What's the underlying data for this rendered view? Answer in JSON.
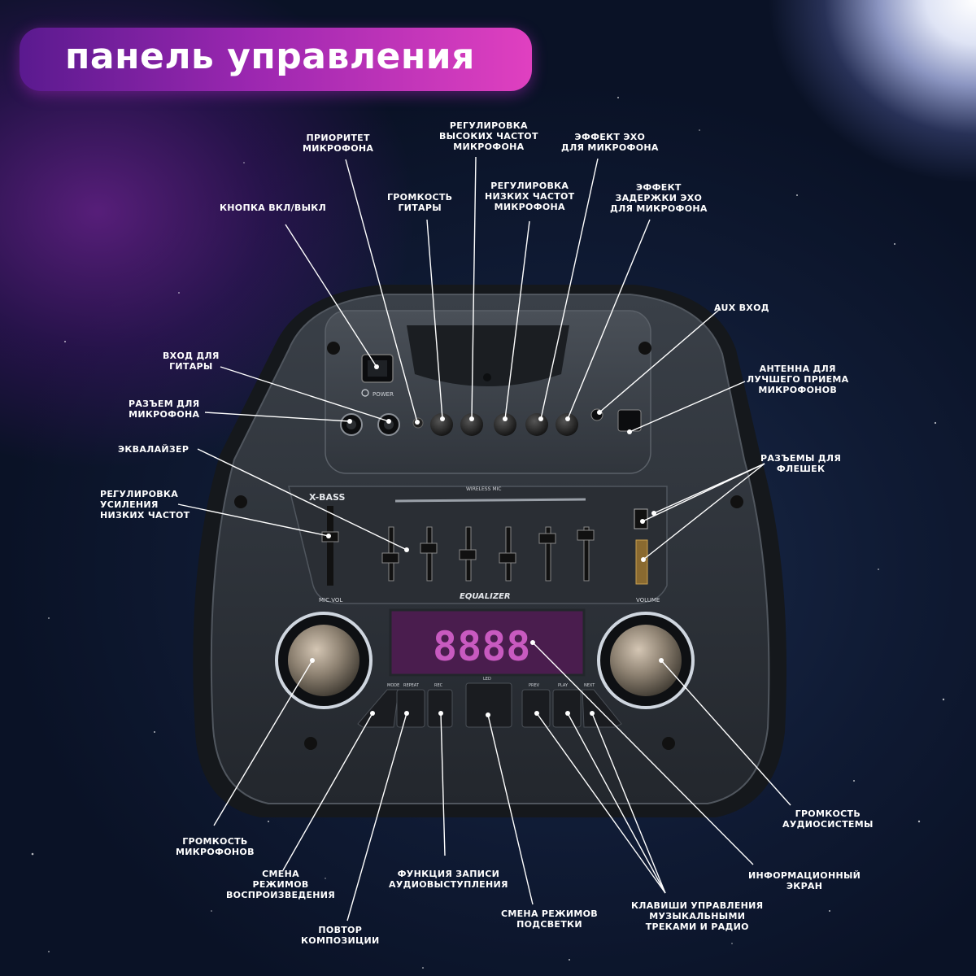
{
  "title": "панель управления",
  "device": {
    "power_label": "POWER",
    "xbass_label": "X-BASS",
    "wireless_mic_label": "WIRELESS MIC",
    "equalizer_label": "EQUALIZER",
    "mic_vol_label": "MIC.VOL",
    "volume_label": "VOLUME",
    "display_value": "8888",
    "mode_label": "MODE",
    "repeat_label": "REPEAT",
    "rec_label": "REC",
    "led_label": "LED",
    "prev_label": "PREV",
    "play_label": "PLAY",
    "next_label": "NEXT"
  },
  "labels": {
    "mic_priority": "Приоритет\nмикрофона",
    "mic_treble": "Регулировка\nвысоких частот\nмикрофона",
    "echo": "Эффект эхо\nдля микрофона",
    "power_button": "Кнопка вкл/выкл",
    "guitar_volume": "Громкость\nгитары",
    "mic_bass": "Регулировка\nнизких частот\nмикрофона",
    "echo_delay": "Эффект\nзадержки эхо\nдля микрофона",
    "aux_in": "AUX вход",
    "guitar_in": "Вход для\nгитары",
    "antenna": "Антенна для\nлучшего приема\nмикрофонов",
    "mic_jack": "Разъем для\nмикрофона",
    "equalizer": "Эквалайзер",
    "usb_slots": "Разъемы для\nфлешек",
    "bass_boost": "Регулировка\nусиления\nнизких частот",
    "mic_volume": "Громкость\nмикрофонов",
    "system_volume": "Громкость\nаудиосистемы",
    "play_mode": "Смена\nрежимов\nвоспроизведения",
    "rec_function": "Функция записи\nаудиовыступления",
    "info_screen": "Информационный\nэкран",
    "repeat": "Повтор\nкомпозиции",
    "light_mode": "Смена режимов\nподсветки",
    "track_keys": "Клавиши управления\nмузыкальными\nтреками и радио"
  }
}
